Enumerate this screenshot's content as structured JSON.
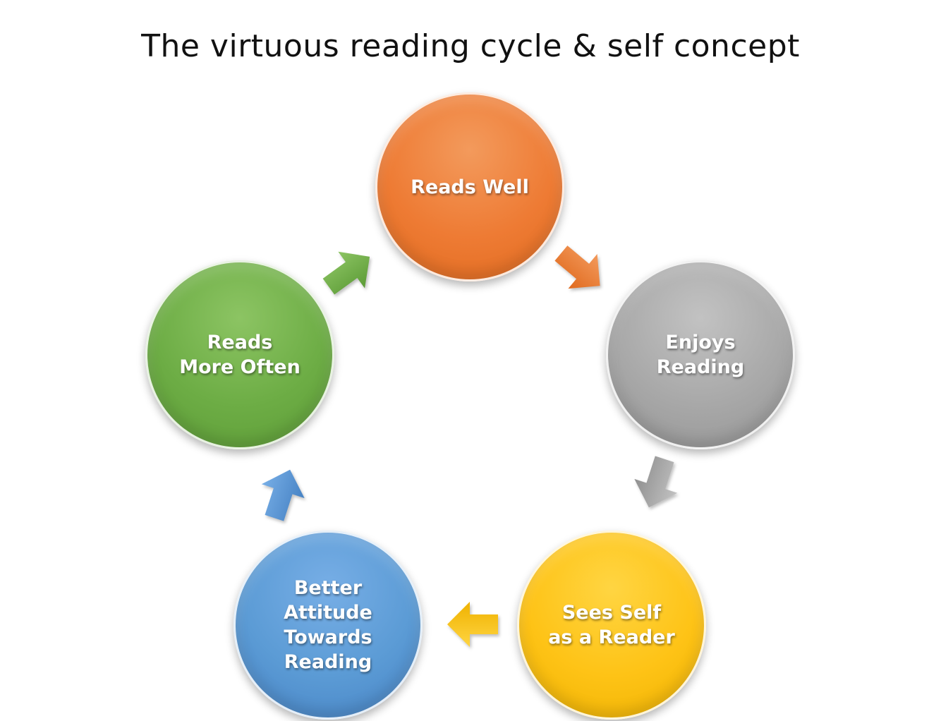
{
  "title": "The virtuous reading cycle & self concept",
  "nodes": [
    {
      "label": "Reads Well",
      "color": "#ed7d31"
    },
    {
      "label": "Enjoys\nReading",
      "color": "#a5a5a5"
    },
    {
      "label": "Sees Self\nas a Reader",
      "color": "#ffc000"
    },
    {
      "label": "Better\nAttitude\nTowards\nReading",
      "color": "#5b9bd5"
    },
    {
      "label": "Reads\nMore Often",
      "color": "#70ad47"
    }
  ],
  "arrows": [
    {
      "icon": "arrow-right-down-icon",
      "color": "#ed7d31"
    },
    {
      "icon": "arrow-down-icon",
      "color": "#a5a5a5"
    },
    {
      "icon": "arrow-left-icon",
      "color": "#ffc000"
    },
    {
      "icon": "arrow-up-icon",
      "color": "#5b9bd5"
    },
    {
      "icon": "arrow-right-up-icon",
      "color": "#70ad47"
    }
  ]
}
